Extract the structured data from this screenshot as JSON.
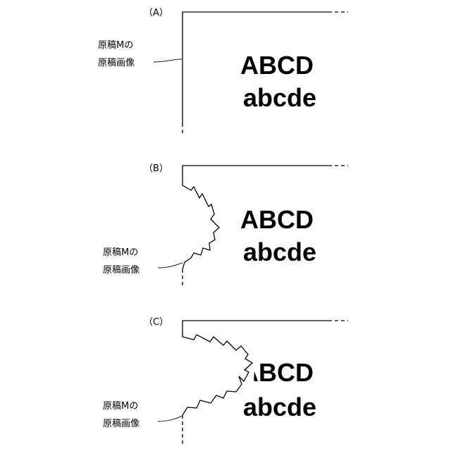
{
  "panels": [
    {
      "id": "A",
      "label": "（A）",
      "caption_line1": "原稿Mの",
      "caption_line2": "原稿画像",
      "text_line1": "ABCD",
      "text_line2": "abcde",
      "edge_shape": "straight"
    },
    {
      "id": "B",
      "label": "（B）",
      "caption_line1": "原稿Mの",
      "caption_line2": "原稿画像",
      "text_line1": "ABCD",
      "text_line2": "abcde",
      "edge_shape": "zigzag-torn"
    },
    {
      "id": "C",
      "label": "（C）",
      "caption_line1": "原稿Mの",
      "caption_line2": "原稿画像",
      "text_line1": "ABCD",
      "text_line2": "abcde",
      "edge_shape": "zigzag-torn-overlapping-text"
    }
  ],
  "colors": {
    "line": "#000000",
    "background": "#ffffff"
  }
}
